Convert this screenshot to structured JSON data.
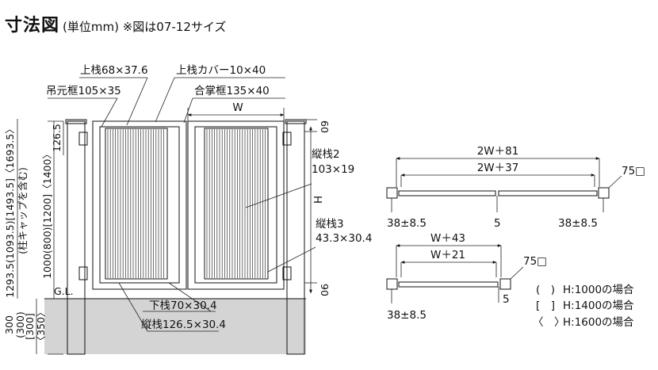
{
  "title": {
    "main": "寸法図",
    "sub": "(単位mm) ※図は07-12サイズ"
  },
  "front_view": {
    "labels": {
      "top_rail": "上栈68×37.6",
      "top_cover": "上栈カバー10×40",
      "hinge_frame": "吊元框105×35",
      "meeting_frame": "合掌框135×40",
      "width": "W",
      "vertical_bar2_name": "縦栈2",
      "vertical_bar2_size": "103×19",
      "vertical_bar3_name": "縦栈3",
      "vertical_bar3_size": "43.3×30.4",
      "bottom_rail": "下栈70×30.4",
      "vertical_bar_bottom": "縦栈126.5×30.4",
      "height": "H",
      "gl": "G.L."
    },
    "dims_left": {
      "total": "1293.5(1093.5)[1493.5]〈1693.5〉",
      "total_note": "(柱キャップを含む)",
      "panel": "1000(800)[1200]〈1400〉",
      "top": "126.5",
      "ground1": "300",
      "ground2": "(300)",
      "ground3": "[300]",
      "ground4": "〈350〉"
    },
    "dims_right": {
      "top": "60",
      "bottom": "90"
    }
  },
  "plan_double": {
    "overall": "2W＋81",
    "inner": "2W＋37",
    "post": "75□",
    "left_offset": "38±8.5",
    "center_gap": "5",
    "right_offset": "38±8.5"
  },
  "plan_single": {
    "overall": "W＋43",
    "inner": "W＋21",
    "post": "75□",
    "left_offset": "38±8.5",
    "gap": "5"
  },
  "legend": [
    {
      "bracket": "(　)",
      "text": "H:1000の場合"
    },
    {
      "bracket": "[　]",
      "text": "H:1400の場合"
    },
    {
      "bracket": "〈　〉",
      "text": "H:1600の場合"
    }
  ]
}
